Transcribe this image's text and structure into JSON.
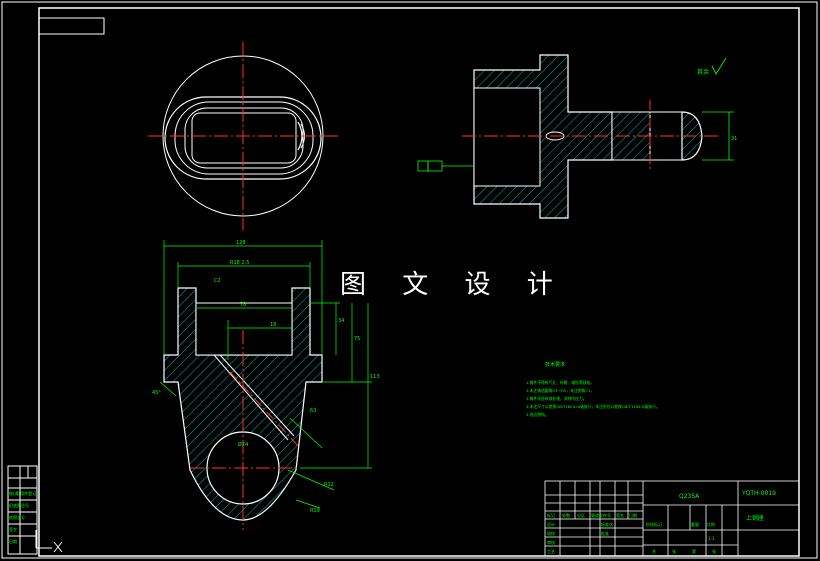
{
  "watermark": "图 文 设 计",
  "colors": {
    "background": "#000000",
    "frame": "#ffffff",
    "centerline": "#ff3030",
    "hatch": "#00c8c8",
    "dimension": "#00ff00",
    "annotation": "#00ff00"
  },
  "dimensions": {
    "overall_width": "128",
    "inner_width": "R18  2.5",
    "inner_depth": "78",
    "inner_offset": "18",
    "height_a": "34",
    "height_b": "75",
    "height_c": "113",
    "hole_dia": "Ø24",
    "chamfer": "C2",
    "radius_a": "R12",
    "radius_b": "R19",
    "angle": "45°",
    "side_dim": "63"
  },
  "tech_requirements": {
    "title": "技术要求",
    "items": [
      "1.铸件不得有气孔、砂眼、缩松等缺陷。",
      "2.未注铸造圆角R3～R5，未注倒角C1。",
      "3.铸件须经时效处理，消除内应力。",
      "4.未注尺寸公差按GB/T1804-m级执行，未注形位公差按GB/T1184-K级执行。",
      "5.锐边倒钝。"
    ]
  },
  "roughness_label": "其余",
  "title_block": {
    "material": "Q235A",
    "drawing_no": "YQTH-0019",
    "part_name": "上销座",
    "scale": "1:1",
    "headers": [
      "标记",
      "处数",
      "分区",
      "更改文件号",
      "签名",
      "日期"
    ],
    "roles": [
      "设计",
      "校核",
      "审核",
      "工艺"
    ],
    "fields": [
      "标准化",
      "批准",
      "阶段标记",
      "重量",
      "比例",
      "共",
      "张",
      "第",
      "张"
    ]
  },
  "left_strip": [
    "借(通)用件登记",
    "旧底图总号",
    "底图总号",
    "签字",
    "日期"
  ]
}
